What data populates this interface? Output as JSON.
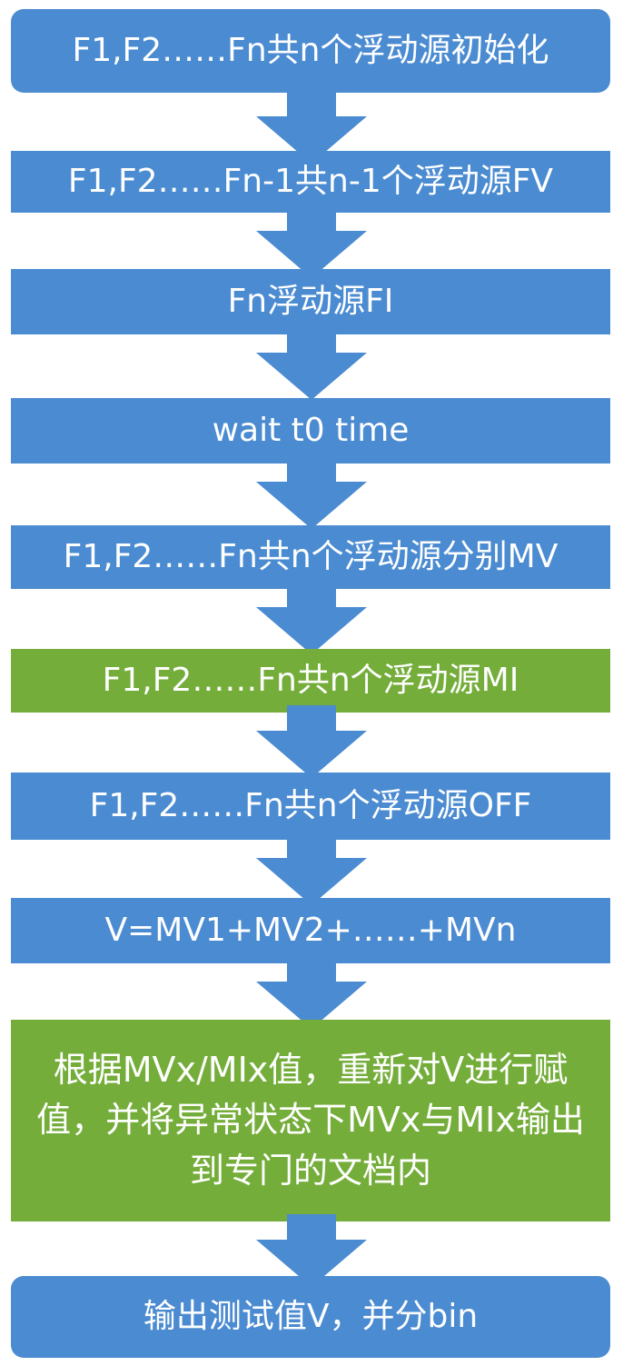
{
  "flowchart": {
    "steps": [
      {
        "text": "F1,F2……Fn共n个浮动源初始化",
        "color": "#4b8bd1"
      },
      {
        "text": "F1,F2……Fn-1共n-1个浮动源FV",
        "color": "#4b8bd1"
      },
      {
        "text": "Fn浮动源FI",
        "color": "#4b8bd1"
      },
      {
        "text": "wait t0 time",
        "color": "#4b8bd1"
      },
      {
        "text": "F1,F2……Fn共n个浮动源分别MV",
        "color": "#4b8bd1"
      },
      {
        "text": "F1,F2……Fn共n个浮动源MI",
        "color": "#74ad3a"
      },
      {
        "text": "F1,F2……Fn共n个浮动源OFF",
        "color": "#4b8bd1"
      },
      {
        "text": "V=MV1+MV2+……+MVn",
        "color": "#4b8bd1"
      },
      {
        "text": "根据MVx/MIx值，重新对V进行赋值，并将异常状态下MVx与MIx输出到专门的文档内",
        "color": "#74ad3a"
      },
      {
        "text": "输出测试值V，并分bin",
        "color": "#4b8bd1"
      }
    ]
  }
}
